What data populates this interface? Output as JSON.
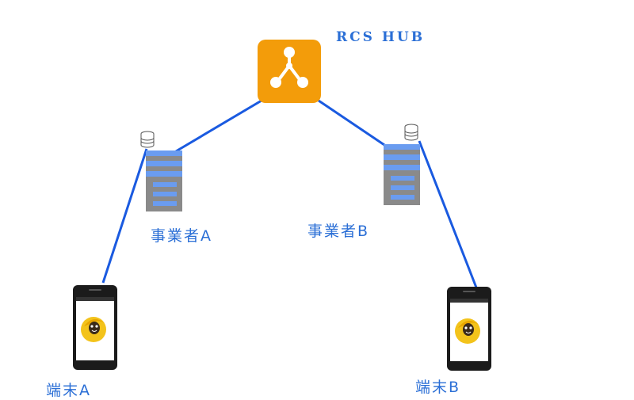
{
  "hub": {
    "label": "RCS HUB",
    "color": "#f39c0a"
  },
  "operators": [
    {
      "label": "事業者A"
    },
    {
      "label": "事業者B"
    }
  ],
  "terminals": [
    {
      "label": "端末A"
    },
    {
      "label": "端末B"
    }
  ],
  "colors": {
    "link": "#1a5ae0",
    "text": "#2b6fd6",
    "server_body": "#8a8a8a",
    "server_slot": "#6a9cf0"
  }
}
